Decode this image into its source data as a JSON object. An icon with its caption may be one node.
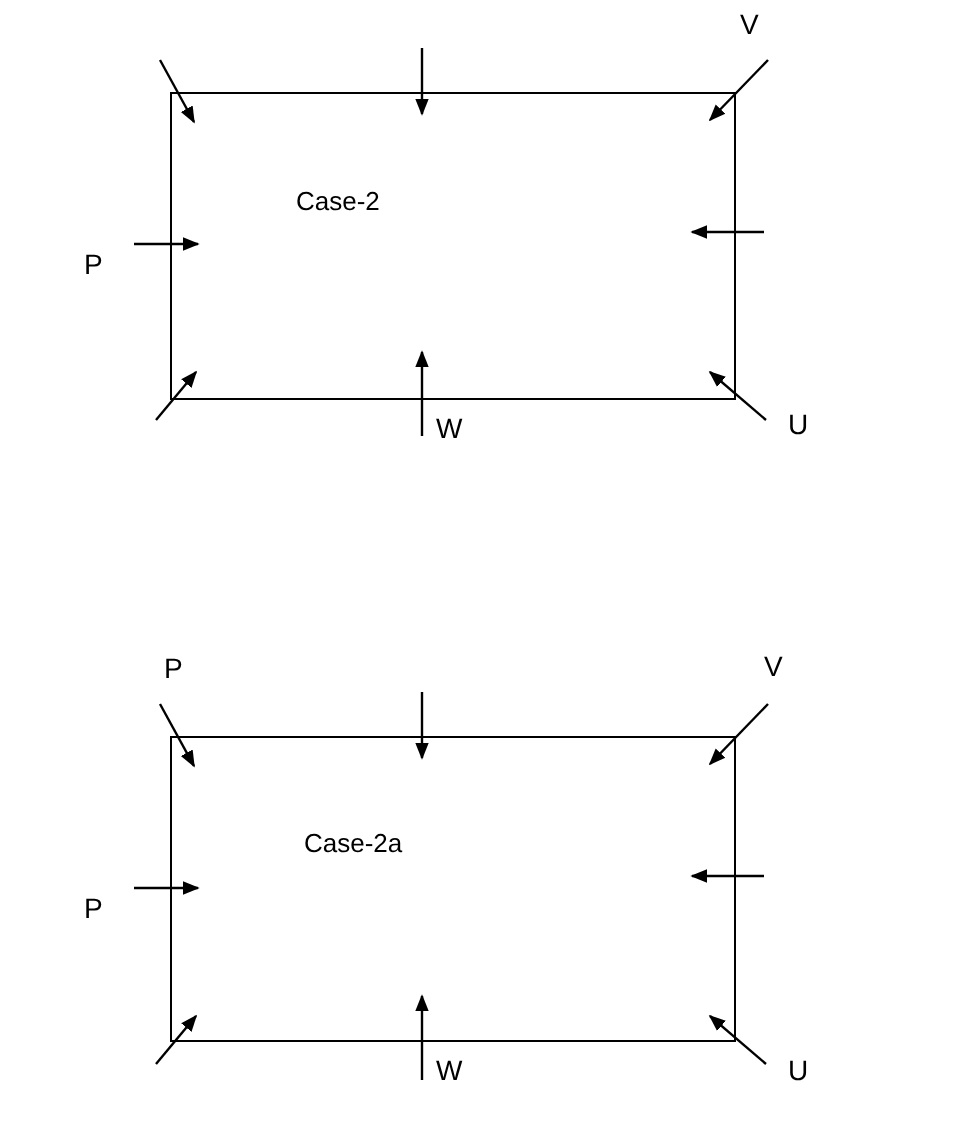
{
  "diagram": {
    "nodes": [
      {
        "text": [
          "Case-2"
        ]
      },
      {
        "text": [
          "Case-2a"
        ]
      }
    ],
    "labels": [
      "V",
      "P",
      "W",
      "U",
      "P",
      "V",
      "P",
      "W",
      "U"
    ]
  }
}
